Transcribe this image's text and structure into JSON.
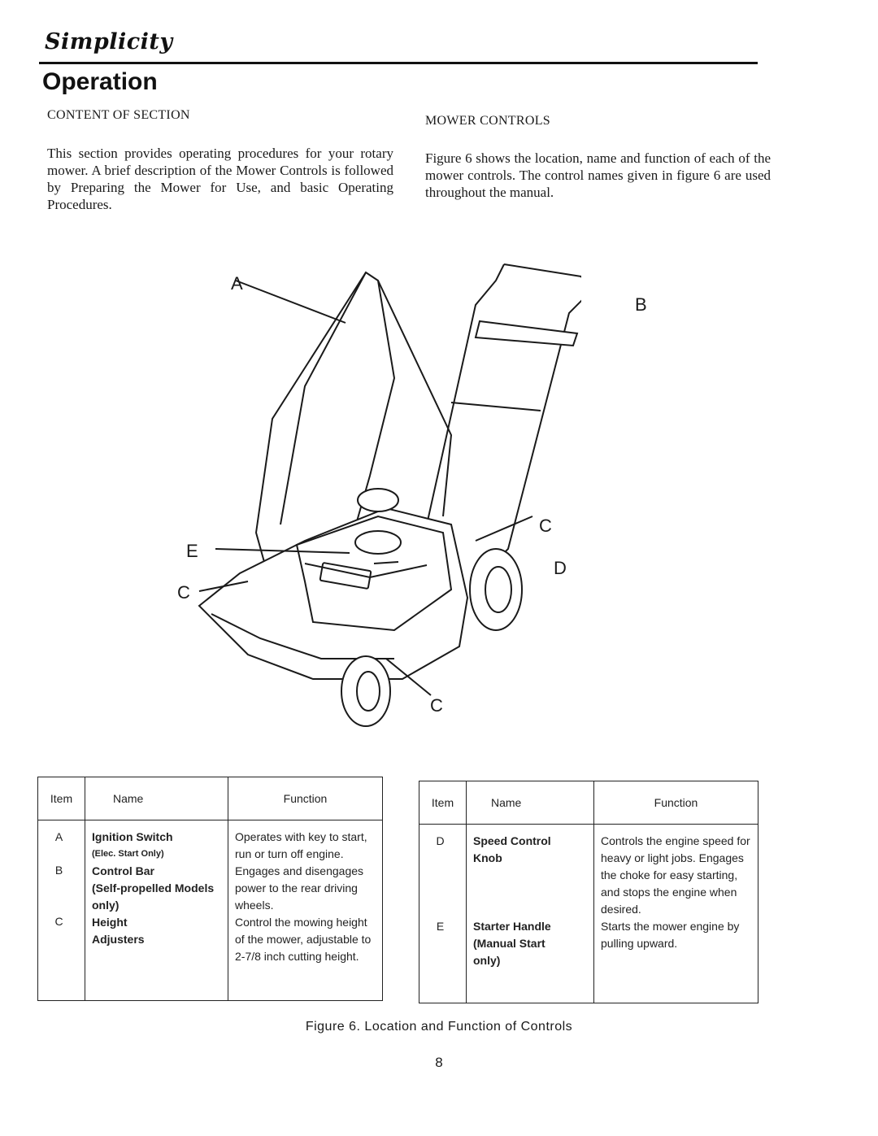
{
  "header": {
    "brand": "Simplicity",
    "title": "Operation"
  },
  "content_of_section": {
    "heading": "CONTENT OF SECTION",
    "text": "This section provides operating procedures for your rotary mower. A brief description of the Mower Controls is followed by Preparing the Mower for Use, and basic Operating Procedures."
  },
  "mower_controls": {
    "heading": "MOWER CONTROLS",
    "text": "Figure 6 shows the location, name and function of each of the mower controls. The control names given in figure 6 are used throughout the manual."
  },
  "figure": {
    "callouts": [
      "A",
      "B",
      "C",
      "D",
      "E",
      "C",
      "C"
    ]
  },
  "table_left": {
    "headers": [
      "Item",
      "Name",
      "Function"
    ],
    "rows": [
      {
        "item": "A",
        "name": "Ignition Switch",
        "name_sub": "(Elec. Start Only)",
        "function": "Operates with key to start, run or turn off engine."
      },
      {
        "item": "B",
        "name": "Control Bar",
        "name_sub": "(Self-propelled Models only)",
        "function": "Engages and disengages power to the rear driving wheels."
      },
      {
        "item": "C",
        "name": "Height Adjusters",
        "name_sub": "",
        "function": "Control the mowing height of the mower, adjustable to 2-7/8 inch cutting height."
      }
    ]
  },
  "table_right": {
    "headers": [
      "Item",
      "Name",
      "Function"
    ],
    "rows": [
      {
        "item": "D",
        "name": "Speed Control Knob",
        "name_sub": "",
        "function": "Controls the engine speed for heavy or light jobs. Engages the choke for easy starting, and stops the engine when desired."
      },
      {
        "item": "E",
        "name": "Starter Handle",
        "name_sub": "(Manual Start only)",
        "function": "Starts the mower engine by pulling upward."
      }
    ]
  },
  "caption": "Figure 6.  Location and Function of Controls",
  "page_number": "8"
}
